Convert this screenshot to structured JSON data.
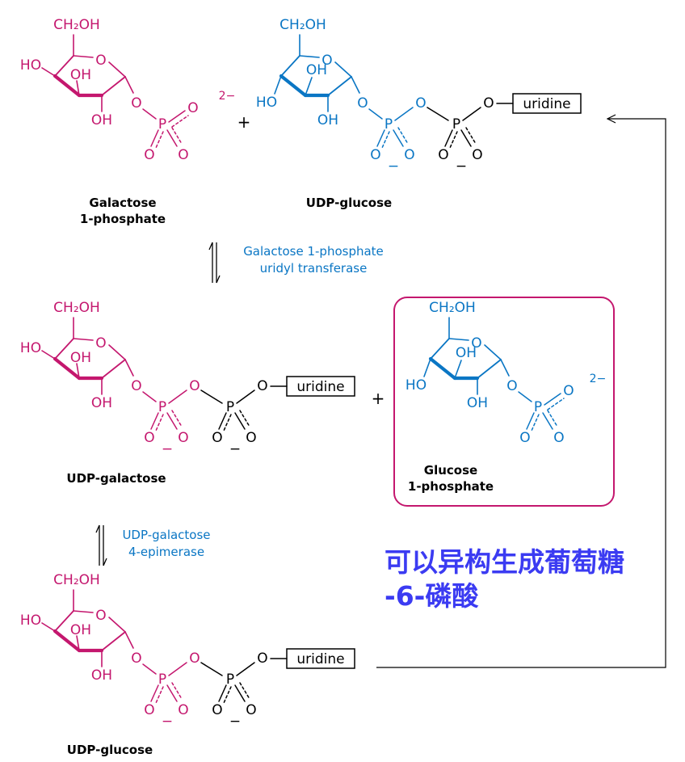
{
  "colors": {
    "magenta": "#c4176e",
    "blue": "#0a76c4",
    "black": "#000000",
    "note": "#3b3bf2",
    "box_border": "#c4176e"
  },
  "atoms": {
    "ch2oh": "CH₂OH",
    "o": "O",
    "oh": "OH",
    "ho": "HO",
    "p": "P",
    "minus": "−",
    "charge": "2−",
    "plus": "+"
  },
  "labels": {
    "uridine": "uridine",
    "galactose_1_phosphate": [
      "Galactose",
      "1-phosphate"
    ],
    "udp_glucose_top": "UDP-glucose",
    "udp_galactose": "UDP-galactose",
    "glucose_1_phosphate": [
      "Glucose",
      "1-phosphate"
    ],
    "udp_glucose_bottom": "UDP-glucose"
  },
  "enzymes": {
    "transferase": [
      "Galactose 1-phosphate",
      "uridyl transferase"
    ],
    "epimerase": [
      "UDP-galactose",
      "4-epimerase"
    ]
  },
  "note": [
    "可以异构生成葡萄糖",
    "-6-磷酸"
  ]
}
